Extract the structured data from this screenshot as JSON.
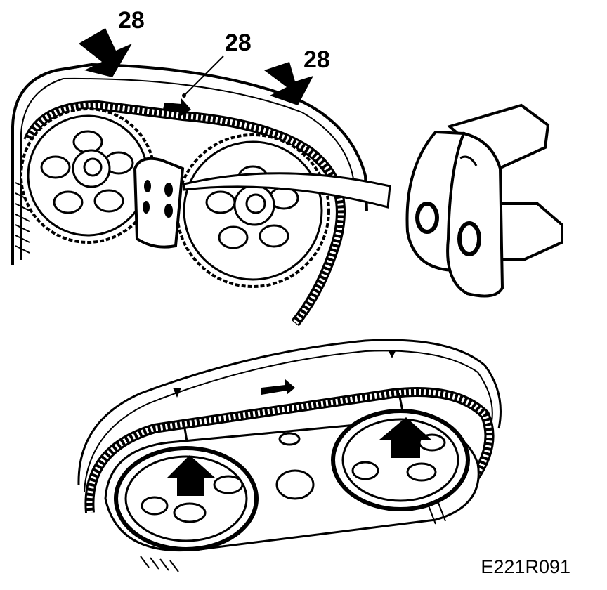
{
  "figure": {
    "callouts": [
      "28",
      "28",
      "28"
    ],
    "figure_id": "E221R091"
  }
}
